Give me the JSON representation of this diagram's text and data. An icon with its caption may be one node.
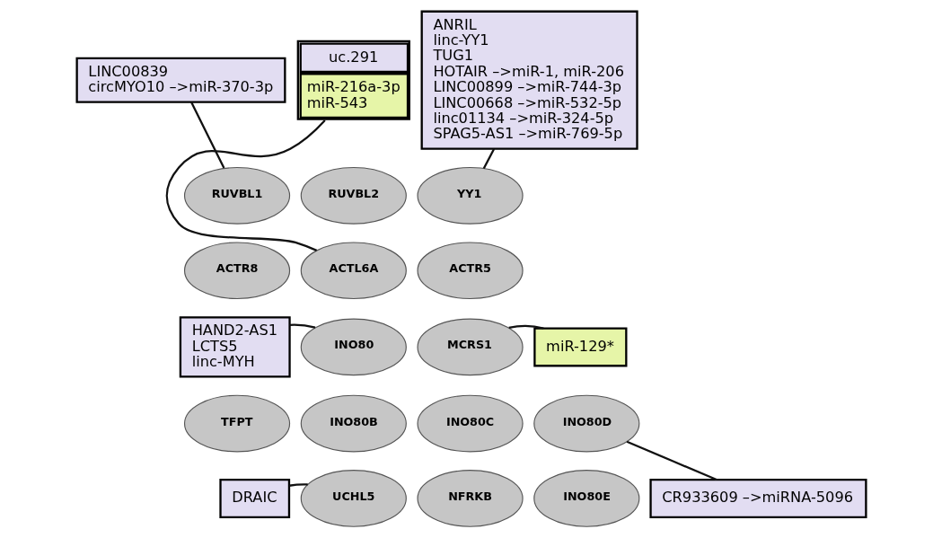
{
  "diagram": {
    "nodes": [
      {
        "text": [
          "uc.291",
          "miR-216a-3p",
          "miR-543"
        ]
      },
      {
        "text": [
          "ANRIL",
          "linc-YY1",
          "TUG1",
          "HOTAIR –>miR-1, miR-206",
          "LINC00899 –>miR-744-3p",
          "LINC00668 –>miR-532-5p",
          "linc01134 –>miR-324-5p",
          "SPAG5-AS1 –>miR-769-5p"
        ]
      },
      {
        "text": [
          "LINC00839",
          "circMYO10 –>miR-370-3p"
        ]
      },
      {
        "text": [
          "RUVBL2"
        ]
      },
      {
        "text": [
          "YY1"
        ]
      },
      {
        "text": [
          "RUVBL1"
        ]
      },
      {
        "text": [
          "ACTL6A"
        ]
      },
      {
        "text": [
          "ACTR5"
        ]
      },
      {
        "text": [
          "HAND2-AS1",
          "LCTS5",
          "linc-MYH"
        ]
      },
      {
        "text": [
          "ACTR8"
        ]
      },
      {
        "text": [
          "INO80"
        ]
      },
      {
        "text": [
          "MCRS1"
        ]
      },
      {
        "text": [
          "miR-129*"
        ]
      },
      {
        "text": [
          "TFPT"
        ]
      },
      {
        "text": [
          "INO80B"
        ]
      },
      {
        "text": [
          "INO80C"
        ]
      },
      {
        "text": [
          "INO80D"
        ]
      },
      {
        "text": [
          "UCHL5"
        ]
      },
      {
        "text": [
          "NFRKB"
        ]
      },
      {
        "text": [
          "INO80E"
        ]
      },
      {
        "text": [
          "DRAIC"
        ]
      },
      {
        "text": [
          "CR933609 –>miRNA-5096"
        ]
      }
    ],
    "edges": [
      {
        "from": 0,
        "to": 6,
        "arrow": "none"
      },
      {
        "from": 1,
        "to": 4,
        "arrow": "none"
      },
      {
        "from": 2,
        "to": 5,
        "arrow": "none"
      },
      {
        "from": 8,
        "to": 10,
        "arrow": "none"
      },
      {
        "from": 12,
        "to": 11,
        "arrow": "none"
      },
      {
        "from": 20,
        "to": 17,
        "arrow": "none"
      },
      {
        "from": 21,
        "to": 16,
        "arrow": "none"
      }
    ]
  }
}
